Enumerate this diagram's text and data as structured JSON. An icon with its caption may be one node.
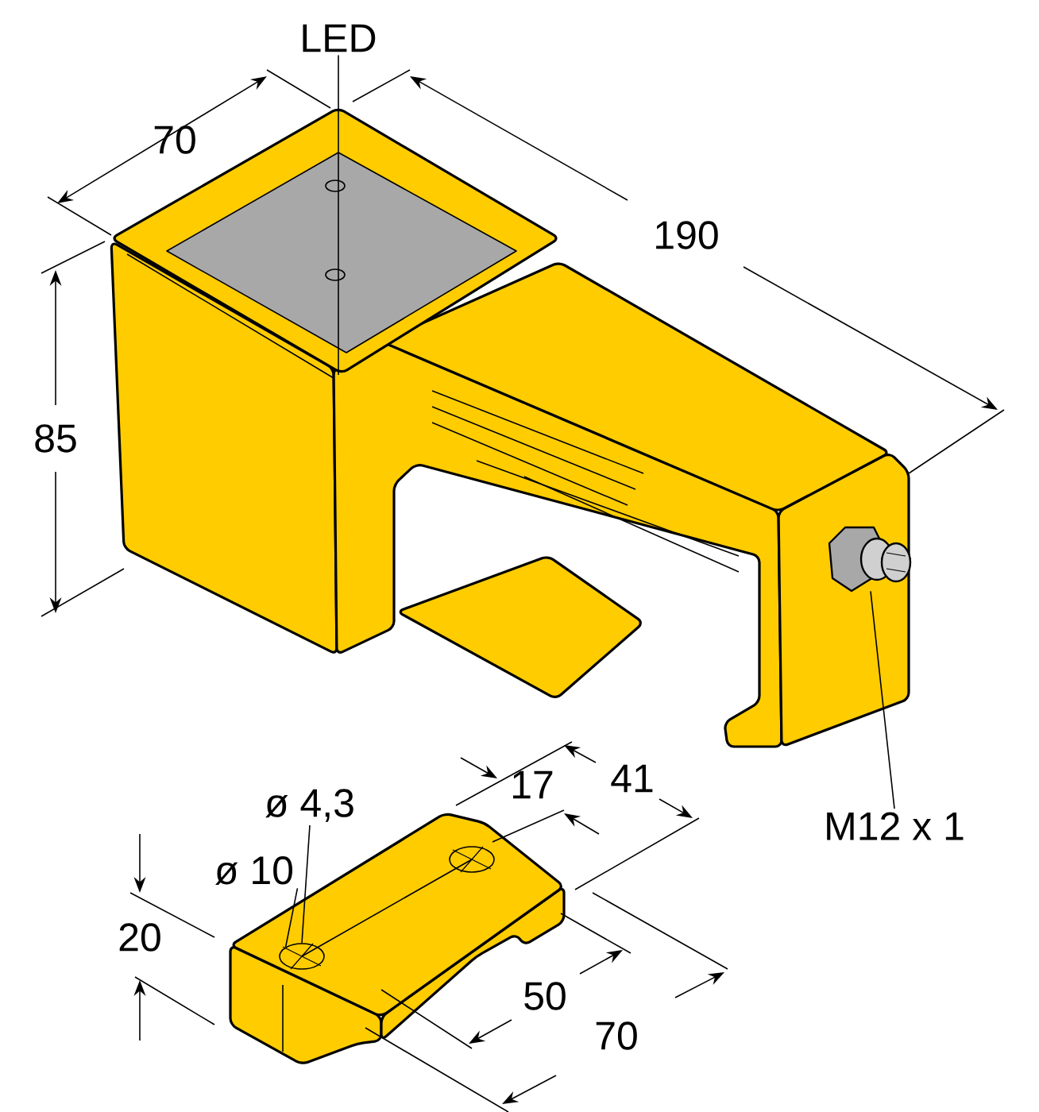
{
  "diagram": {
    "nodes": [
      {
        "text": [
          "LED"
        ]
      },
      {
        "text": [
          "M12 x 1"
        ]
      },
      {
        "text": [],
        "shape": "picture"
      },
      {
        "text": [
          "ø 4,3"
        ]
      },
      {
        "text": [
          "ø 10"
        ]
      },
      {
        "text": [],
        "shape": "circle"
      }
    ],
    "edges": [
      {
        "from": 0,
        "to": null,
        "arrow": "none"
      },
      {
        "from": 1,
        "to": 2,
        "arrow": "none"
      },
      {
        "from": 3,
        "to": 5,
        "arrow": "none"
      },
      {
        "from": 4,
        "to": 5,
        "arrow": "none"
      }
    ],
    "labels": [
      "70",
      "190",
      "85",
      "17",
      "41",
      "20",
      "50",
      "70"
    ]
  }
}
